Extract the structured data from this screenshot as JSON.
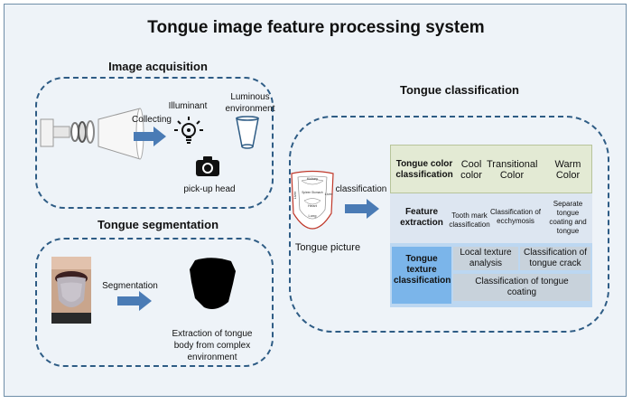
{
  "title": "Tongue image feature processing system",
  "acquisition": {
    "heading": "Image acquisition",
    "collecting_label": "Collecting",
    "illuminant_label": "Illuminant",
    "luminous_label": "Luminous environment",
    "pickup_label": "pick-up head",
    "icons": [
      "camera-device-icon",
      "lightbulb-icon",
      "lampshade-icon",
      "photo-camera-icon"
    ]
  },
  "segmentation": {
    "heading": "Tongue segmentation",
    "segmentation_label": "Segmentation",
    "extraction_label": "Extraction of tongue body from complex environment"
  },
  "classification": {
    "heading": "Tongue classification",
    "classification_label": "classification",
    "tongue_picture_label": "Tongue picture",
    "tongue_map_labels": [
      "Kidney",
      "Liver",
      "Liver",
      "Spleen Stomach",
      "Heart",
      "Lung"
    ],
    "table": {
      "color_row": {
        "header": "Tongue color classification",
        "cells": [
          "Cool color",
          "Transitional Color",
          "Warm Color"
        ],
        "bg": "#e3ead4"
      },
      "feature_row": {
        "header": "Feature extraction",
        "cells": [
          "Tooth mark classification",
          "Classification of ecchymosis",
          "Separate tongue coating and tongue"
        ],
        "bg": "#dde6f1"
      },
      "texture_row": {
        "header": "Tongue texture classification",
        "cells": [
          "Local texture analysis",
          "Classification of tongue crack",
          "Classification of tongue coating"
        ],
        "bg": "#bcd7f1",
        "header_bg": "#7bb5ea",
        "cell_bg": "#c8d2db"
      }
    }
  },
  "colors": {
    "panel_border": "#2e5c85",
    "arrow": "#4a7bb5",
    "background": "#eef3f8"
  }
}
